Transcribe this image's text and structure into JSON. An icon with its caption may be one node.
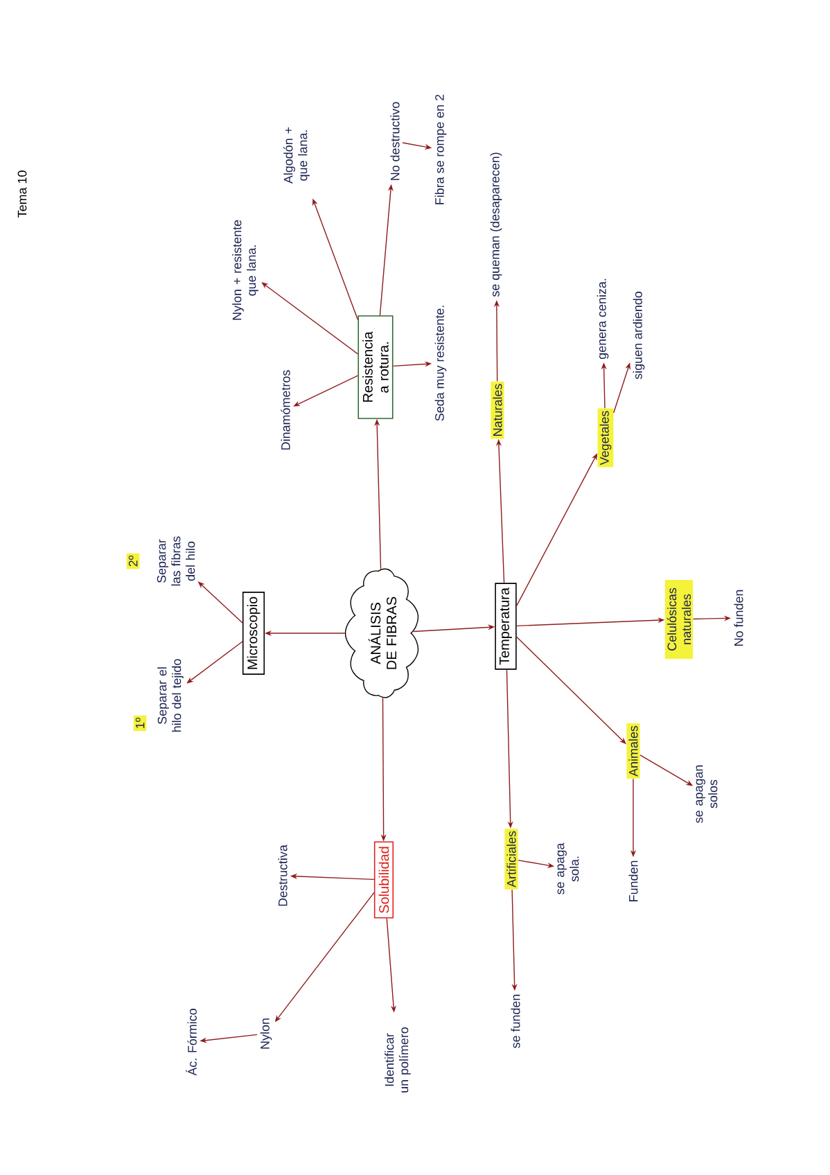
{
  "diagram": {
    "title": "Tema 10",
    "nodes": [
      {
        "text": [
          "ANÁLISIS DE FIBRAS"
        ]
      },
      {
        "text": [
          "Microscopio"
        ]
      },
      {
        "text": [
          "1º",
          "Separar el hilo del tejido"
        ]
      },
      {
        "text": [
          "2º",
          "Separar las fibras del hilo"
        ]
      },
      {
        "text": [
          "Resistencia a rotura."
        ]
      },
      {
        "text": [
          "Dinamómetros"
        ]
      },
      {
        "text": [
          "Nylon + resistente que lana."
        ]
      },
      {
        "text": [
          "Algodón + que lana."
        ]
      },
      {
        "text": [
          "No destructivo"
        ]
      },
      {
        "text": [
          "Fibra se rompe en 2"
        ]
      },
      {
        "text": [
          "Seda muy resistente."
        ]
      },
      {
        "text": [
          "Temperatura"
        ]
      },
      {
        "text": [
          "Naturales"
        ]
      },
      {
        "text": [
          "se queman (desaparecen)"
        ]
      },
      {
        "text": [
          "Vegetales"
        ]
      },
      {
        "text": [
          "genera ceniza."
        ]
      },
      {
        "text": [
          "siguen ardiendo"
        ]
      },
      {
        "text": [
          "Celulósicas naturales"
        ]
      },
      {
        "text": [
          "No funden"
        ]
      },
      {
        "text": [
          "Animales"
        ]
      },
      {
        "text": [
          "se apagan solos"
        ]
      },
      {
        "text": [
          "Funden"
        ]
      },
      {
        "text": [
          "Artificiales"
        ]
      },
      {
        "text": [
          "se apaga sola."
        ]
      },
      {
        "text": [
          "se funden"
        ]
      },
      {
        "text": [
          "Solubilidad"
        ]
      },
      {
        "text": [
          "Destructiva"
        ]
      },
      {
        "text": [
          "Nylon"
        ]
      },
      {
        "text": [
          "Ác. Fórmico"
        ]
      },
      {
        "text": [
          "Identificar un polímero"
        ]
      }
    ],
    "edges": [
      {
        "from": 0,
        "to": 1,
        "arrow": "to"
      },
      {
        "from": 1,
        "to": 2,
        "arrow": "to"
      },
      {
        "from": 1,
        "to": 3,
        "arrow": "to"
      },
      {
        "from": 0,
        "to": 4,
        "arrow": "to"
      },
      {
        "from": 4,
        "to": 5,
        "arrow": "to"
      },
      {
        "from": 4,
        "to": 6,
        "arrow": "to"
      },
      {
        "from": 4,
        "to": 7,
        "arrow": "to"
      },
      {
        "from": 4,
        "to": 8,
        "arrow": "to"
      },
      {
        "from": 8,
        "to": 9,
        "arrow": "to"
      },
      {
        "from": 4,
        "to": 10,
        "arrow": "to"
      },
      {
        "from": 0,
        "to": 11,
        "arrow": "to"
      },
      {
        "from": 11,
        "to": 12,
        "arrow": "to"
      },
      {
        "from": 12,
        "to": 13,
        "arrow": "to"
      },
      {
        "from": 11,
        "to": 14,
        "arrow": "to"
      },
      {
        "from": 14,
        "to": 15,
        "arrow": "to"
      },
      {
        "from": 14,
        "to": 16,
        "arrow": "to"
      },
      {
        "from": 11,
        "to": 17,
        "arrow": "to"
      },
      {
        "from": 17,
        "to": 18,
        "arrow": "to"
      },
      {
        "from": 11,
        "to": 19,
        "arrow": "to"
      },
      {
        "from": 19,
        "to": 20,
        "arrow": "to"
      },
      {
        "from": 19,
        "to": 21,
        "arrow": "to"
      },
      {
        "from": 11,
        "to": 22,
        "arrow": "to"
      },
      {
        "from": 22,
        "to": 23,
        "arrow": "to"
      },
      {
        "from": 22,
        "to": 24,
        "arrow": "to"
      },
      {
        "from": 0,
        "to": 25,
        "arrow": "to"
      },
      {
        "from": 25,
        "to": 26,
        "arrow": "to"
      },
      {
        "from": 25,
        "to": 27,
        "arrow": "to"
      },
      {
        "from": 27,
        "to": 28,
        "arrow": "to"
      },
      {
        "from": 25,
        "to": 29,
        "arrow": "to"
      }
    ]
  }
}
